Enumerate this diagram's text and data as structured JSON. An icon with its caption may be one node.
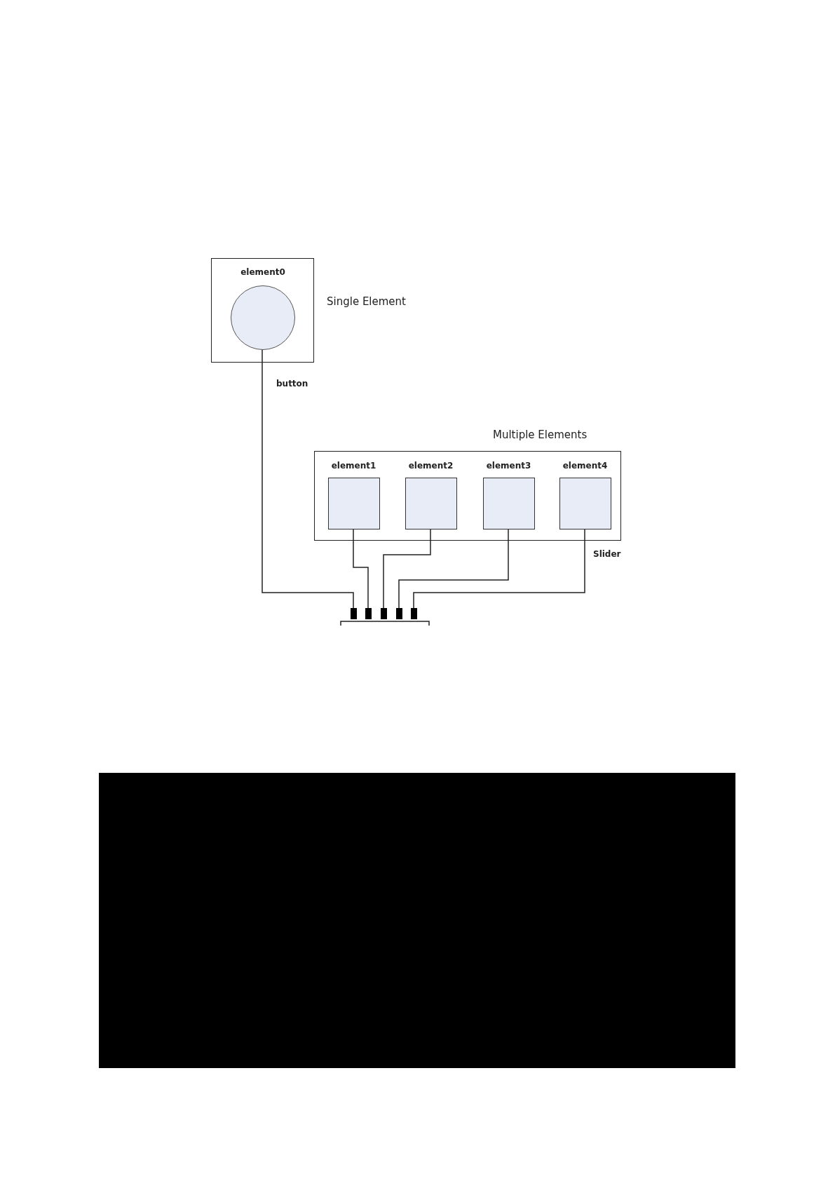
{
  "diagram": {
    "nodes": [
      {
        "text": [
          "Single Element"
        ]
      },
      {
        "text": [
          "element0"
        ],
        "in": 0
      },
      {
        "text": [
          "Multiple Elements"
        ]
      },
      {
        "text": [
          "element1"
        ],
        "in": 2
      },
      {
        "text": [
          "element2"
        ],
        "in": 2
      },
      {
        "text": [
          "element3"
        ],
        "in": 2
      },
      {
        "text": [
          "element4"
        ],
        "in": 2
      },
      {
        "text": [],
        "shape": "box"
      }
    ],
    "edges": [
      {
        "from": 1,
        "to": 7,
        "arrow": "none"
      },
      {
        "from": 3,
        "to": 7,
        "arrow": "none"
      },
      {
        "from": 4,
        "to": 7,
        "arrow": "none"
      },
      {
        "from": 5,
        "to": 7,
        "arrow": "none"
      },
      {
        "from": 6,
        "to": 7,
        "arrow": "none"
      }
    ],
    "labels": [
      "button",
      "Slider"
    ]
  }
}
